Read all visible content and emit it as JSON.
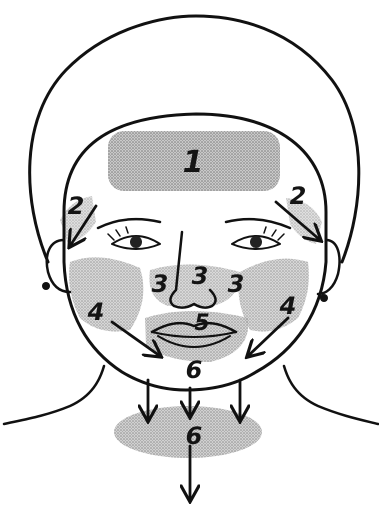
{
  "diagram": {
    "labels": {
      "zone_1": "1",
      "zone_2_left": "2",
      "zone_2_right": "2",
      "zone_3_a": "3",
      "zone_3_b": "3",
      "zone_3_c": "3",
      "zone_4_left": "4",
      "zone_4_right": "4",
      "zone_5": "5",
      "zone_6_chin": "6",
      "zone_6_neck": "6"
    },
    "colors": {
      "shade": "#a8a8a8",
      "ink": "#111111",
      "background": "#ffffff"
    }
  }
}
